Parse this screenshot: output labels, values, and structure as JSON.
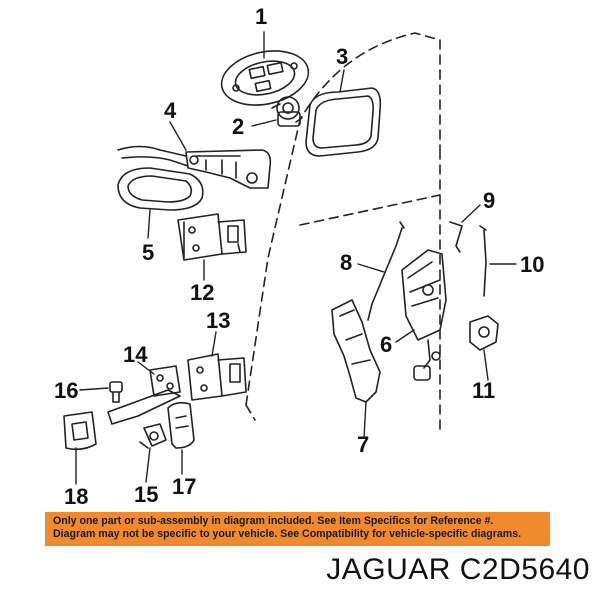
{
  "callouts": [
    {
      "id": "1",
      "text": "1"
    },
    {
      "id": "2",
      "text": "2"
    },
    {
      "id": "3",
      "text": "3"
    },
    {
      "id": "4",
      "text": "4"
    },
    {
      "id": "5",
      "text": "5"
    },
    {
      "id": "6",
      "text": "6"
    },
    {
      "id": "7",
      "text": "7"
    },
    {
      "id": "8",
      "text": "8"
    },
    {
      "id": "9",
      "text": "9"
    },
    {
      "id": "10",
      "text": "10"
    },
    {
      "id": "11",
      "text": "11"
    },
    {
      "id": "12",
      "text": "12"
    },
    {
      "id": "13",
      "text": "13"
    },
    {
      "id": "14",
      "text": "14"
    },
    {
      "id": "15",
      "text": "15"
    },
    {
      "id": "16",
      "text": "16"
    },
    {
      "id": "17",
      "text": "17"
    },
    {
      "id": "18",
      "text": "18"
    }
  ],
  "notice": {
    "line1": "Only one part or sub-assembly in diagram included. See Item Specifics for Reference #.",
    "line2": "Diagram may not be specific to your vehicle. See Compatibility for vehicle-specific diagrams."
  },
  "caption": "JAGUAR C2D5640",
  "colors": {
    "notice_bg": "#f08a2c",
    "line": "#222222"
  }
}
